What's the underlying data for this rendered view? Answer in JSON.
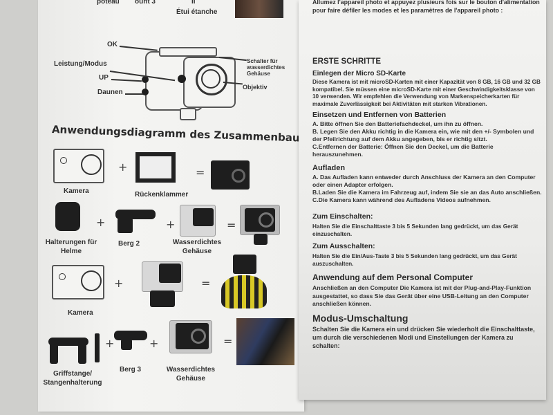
{
  "left_page": {
    "top_partial": {
      "label_a": "poteau",
      "label_b": "ount 3",
      "label_c": "II",
      "label_d": "Étui étanche"
    },
    "diagram_labels": {
      "ok": "OK",
      "power_mode": "Leistung/Modus",
      "up": "UP",
      "down": "Daunen",
      "housing_switch": [
        "Schalter für",
        "wasserdichtes",
        "Gehäuse"
      ],
      "lens": "Objektiv"
    },
    "assembly_title": "Anwendungsdiagramm des Zusammenbaus:",
    "rows": [
      {
        "labels": [
          "Kamera",
          "Rückenklammer"
        ]
      },
      {
        "labels": [
          "Halterungen für Helme",
          "Berg 2",
          "Wasserdichtes Gehäuse"
        ]
      },
      {
        "labels": [
          "Kamera"
        ]
      },
      {
        "labels": [
          "Griffstange/ Stangenhalterung",
          "Berg 3",
          "Wasserdichtes Gehäuse"
        ]
      }
    ],
    "plus": "+",
    "equals": "="
  },
  "right_page": {
    "french_intro": "Allumez l'appareil photo et appuyez plusieurs fois sur le bouton d'alimentation pour faire défiler les modes et les paramètres de l'appareil photo :",
    "section_title": "ERSTE SCHRITTE",
    "sections": [
      {
        "heading": "Einlegen der Micro SD-Karte",
        "body": "Diese Kamera ist mit microSD-Karten mit einer Kapazität von 8 GB, 16 GB und 32 GB kompatibel. Sie müssen eine microSD-Karte mit einer Geschwindigkeitsklasse von 10 verwenden. Wir empfehlen die Verwendung von Markenspeicherkarten für maximale Zuverlässigkeit bei Aktivitäten mit starken Vibrationen."
      },
      {
        "heading": "Einsetzen und Entfernen von Batterien",
        "body": "A. Bitte öffnen Sie den Batteriefachdeckel, um ihn zu öffnen.\nB. Legen Sie den Akku richtig in die Kamera ein, wie mit den +/- Symbolen und der Pfeilrichtung auf dem Akku angegeben, bis er richtig sitzt.\nC.Entfernen der Batterie: Öffnen Sie den Deckel, um die Batterie herauszunehmen."
      },
      {
        "heading": "Aufladen",
        "body": "A. Das Aufladen kann entweder durch Anschluss der Kamera an den Computer oder einen Adapter erfolgen.\nB.Laden Sie die Kamera im Fahrzeug auf, indem Sie sie an das Auto anschließen.\nC.Die Kamera kann während des Aufladens Videos aufnehmen."
      },
      {
        "heading": "Zum Einschalten:",
        "body": "Halten Sie die Einschalttaste 3 bis 5 Sekunden lang gedrückt, um das Gerät einzuschalten."
      },
      {
        "heading": "Zum Ausschalten:",
        "body": "Halten Sie die Ein/Aus-Taste 3 bis 5 Sekunden lang gedrückt, um das Gerät auszuschalten."
      },
      {
        "heading": "Anwendung auf dem Personal Computer",
        "body": "Anschließen an den Computer Die Kamera ist mit der Plug-and-Play-Funktion ausgestattet, so dass Sie das Gerät über eine USB-Leitung an den Computer anschließen können."
      },
      {
        "heading": "Modus-Umschaltung",
        "body": "Schalten Sie die Kamera ein und drücken Sie wiederholt die Einschalttaste, um durch die verschiedenen Modi und Einstellungen der Kamera zu schalten:"
      }
    ]
  }
}
